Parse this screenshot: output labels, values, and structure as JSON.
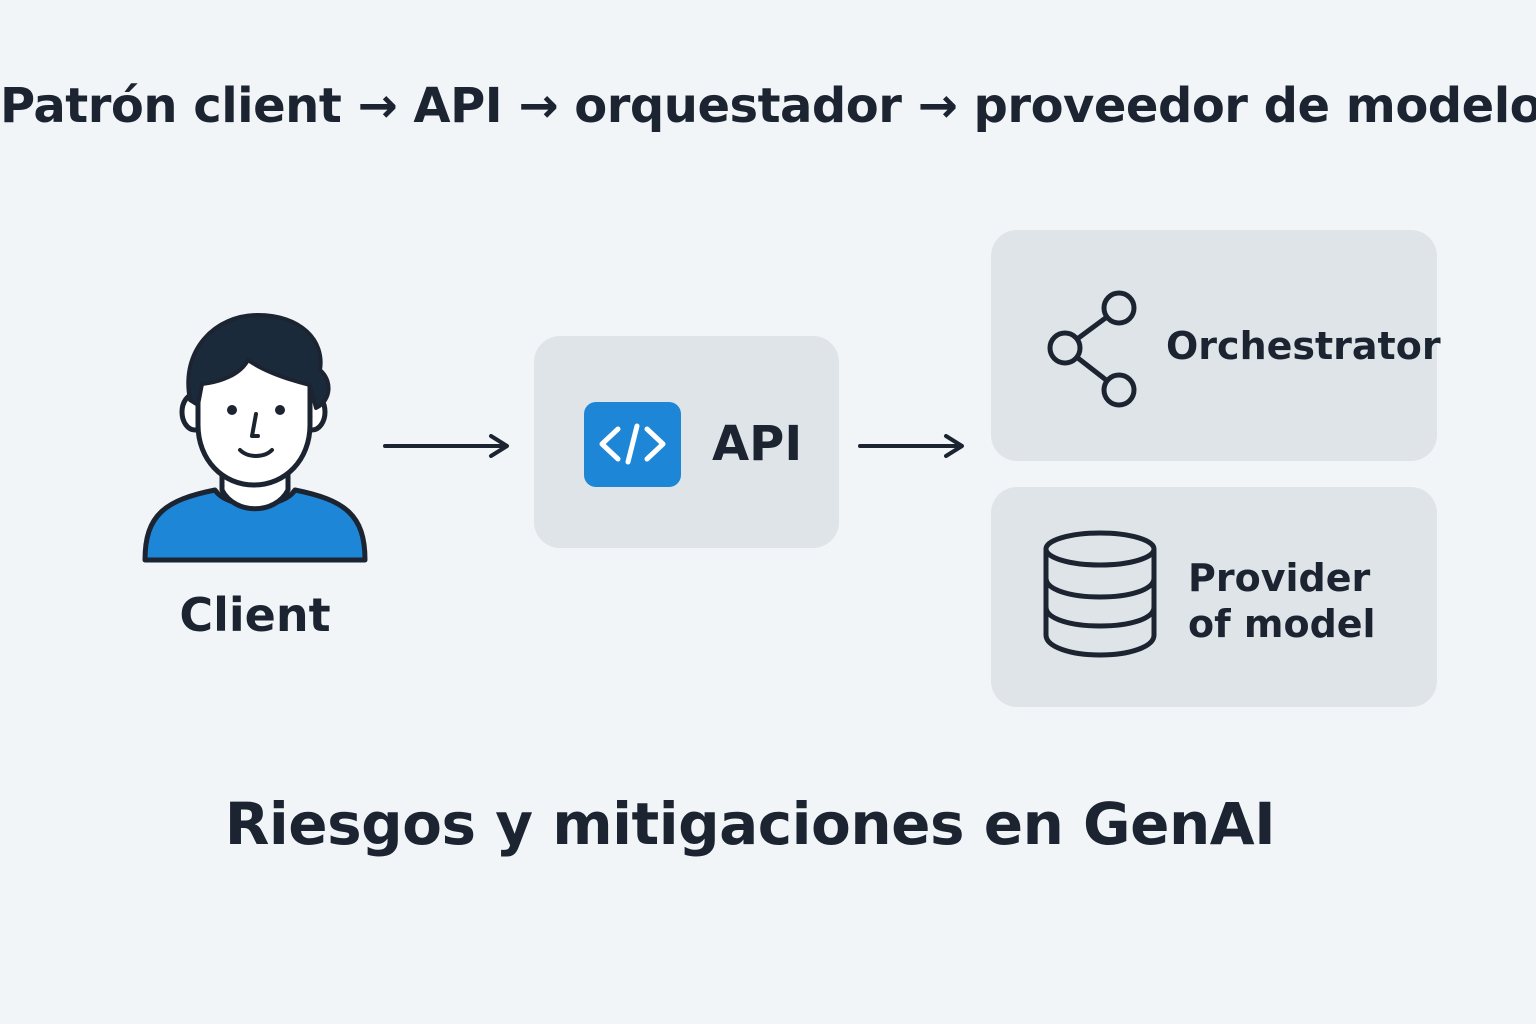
{
  "title": "Patrón client → API → orquestador → proveedor de modelo",
  "subtitle": "Riesgos y mitigaciones en GenAI",
  "nodes": {
    "client": {
      "label": "Client",
      "icon": "person-icon"
    },
    "api": {
      "label": "API",
      "icon": "code-icon"
    },
    "orchestrator": {
      "label": "Orchestrator",
      "icon": "share-nodes-icon"
    },
    "provider": {
      "label_lines": [
        "Provider",
        "of model"
      ],
      "icon": "database-icon"
    }
  },
  "colors": {
    "background": "#f2f5f8",
    "card": "#dfe4e8",
    "accent": "#1e86d6",
    "text": "#1b2430",
    "skin": "#ffffff",
    "shirt": "#1e86d6"
  }
}
